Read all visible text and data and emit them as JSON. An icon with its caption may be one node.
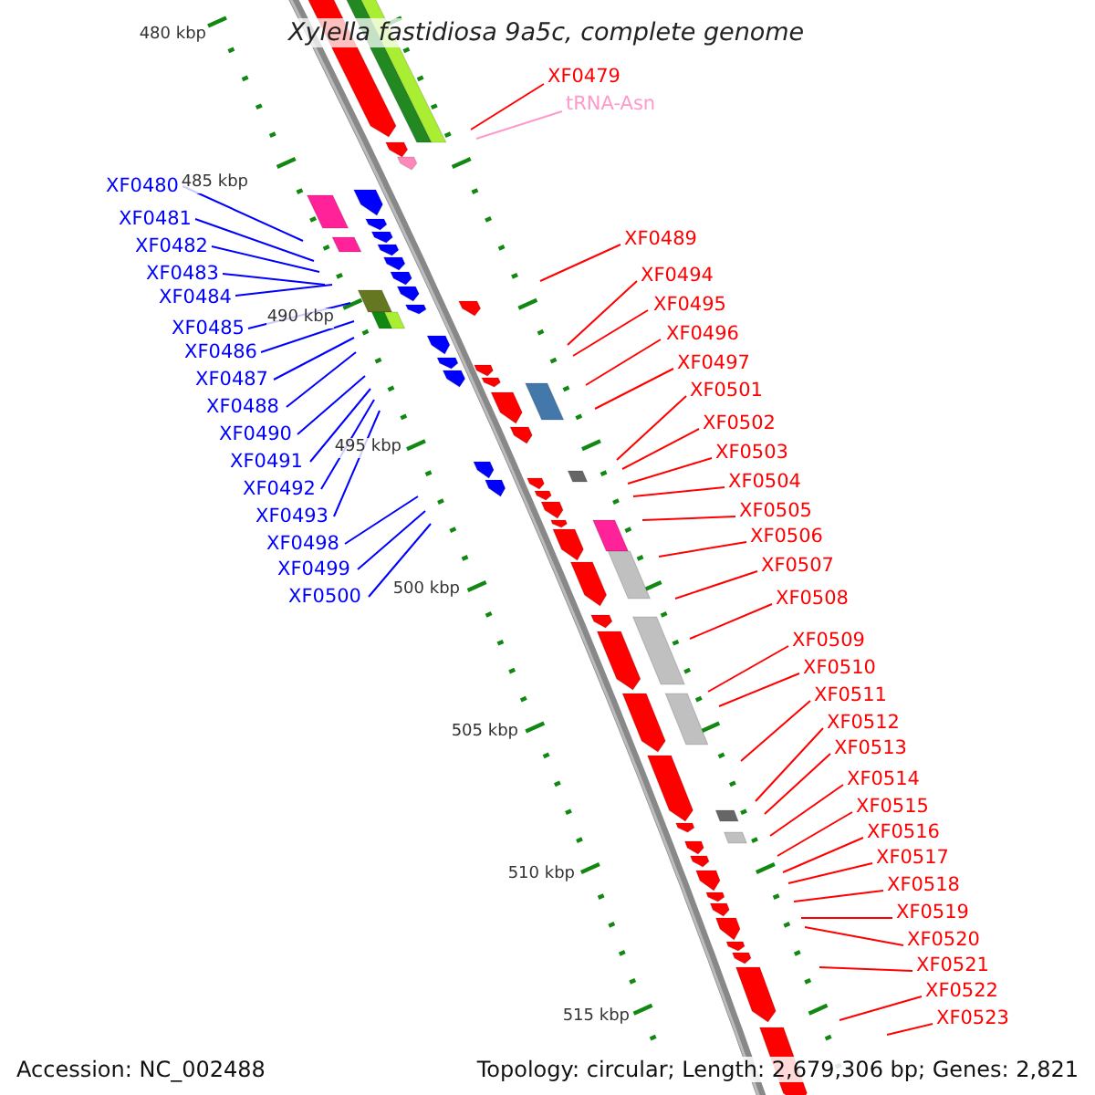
{
  "diagram": {
    "title": "Xylella fastidiosa 9a5c, complete genome",
    "nodes": [
      {
        "text": [
          "XF0479"
        ]
      },
      {
        "text": [
          "tRNA-Asn"
        ]
      },
      {
        "text": [
          "XF0480"
        ]
      },
      {
        "text": [
          "XF0481"
        ]
      },
      {
        "text": [
          "XF0482"
        ]
      },
      {
        "text": [
          "XF0483"
        ]
      },
      {
        "text": [
          "XF0484"
        ]
      },
      {
        "text": [
          "XF0485"
        ]
      },
      {
        "text": [
          "XF0486"
        ]
      },
      {
        "text": [
          "XF0487"
        ]
      },
      {
        "text": [
          "XF0488"
        ]
      },
      {
        "text": [
          "XF0490"
        ]
      },
      {
        "text": [
          "XF0491"
        ]
      },
      {
        "text": [
          "XF0492"
        ]
      },
      {
        "text": [
          "XF0493"
        ]
      },
      {
        "text": [
          "XF0498"
        ]
      },
      {
        "text": [
          "XF0499"
        ]
      },
      {
        "text": [
          "XF0500"
        ]
      },
      {
        "text": [
          "XF0489"
        ]
      },
      {
        "text": [
          "XF0494"
        ]
      },
      {
        "text": [
          "XF0495"
        ]
      },
      {
        "text": [
          "XF0496"
        ]
      },
      {
        "text": [
          "XF0497"
        ]
      },
      {
        "text": [
          "XF0501"
        ]
      },
      {
        "text": [
          "XF0502"
        ]
      },
      {
        "text": [
          "XF0503"
        ]
      },
      {
        "text": [
          "XF0504"
        ]
      },
      {
        "text": [
          "XF0505"
        ]
      },
      {
        "text": [
          "XF0506"
        ]
      },
      {
        "text": [
          "XF0507"
        ]
      },
      {
        "text": [
          "XF0508"
        ]
      },
      {
        "text": [
          "XF0509"
        ]
      },
      {
        "text": [
          "XF0510"
        ]
      },
      {
        "text": [
          "XF0511"
        ]
      },
      {
        "text": [
          "XF0512"
        ]
      },
      {
        "text": [
          "XF0513"
        ]
      },
      {
        "text": [
          "XF0514"
        ]
      },
      {
        "text": [
          "XF0515"
        ]
      },
      {
        "text": [
          "XF0516"
        ]
      },
      {
        "text": [
          "XF0517"
        ]
      },
      {
        "text": [
          "XF0518"
        ]
      },
      {
        "text": [
          "XF0519"
        ]
      },
      {
        "text": [
          "XF0520"
        ]
      },
      {
        "text": [
          "XF0521"
        ]
      },
      {
        "text": [
          "XF0522"
        ]
      },
      {
        "text": [
          "XF0523"
        ]
      }
    ],
    "edges": [
      {
        "from": 0,
        "to": null,
        "arrow": "none"
      },
      {
        "from": 1,
        "to": null,
        "arrow": "none",
        "color": "#ff99cc"
      },
      {
        "from": 2,
        "to": null,
        "arrow": "none",
        "color": "#0000ff"
      },
      {
        "from": 3,
        "to": null,
        "arrow": "none",
        "color": "#0000ff"
      },
      {
        "from": 4,
        "to": null,
        "arrow": "none",
        "color": "#0000ff"
      },
      {
        "from": 5,
        "to": null,
        "arrow": "none",
        "color": "#0000ff"
      },
      {
        "from": 6,
        "to": null,
        "arrow": "none",
        "color": "#0000ff"
      },
      {
        "from": 7,
        "to": null,
        "arrow": "none",
        "color": "#0000ff"
      },
      {
        "from": 8,
        "to": null,
        "arrow": "none",
        "color": "#0000ff"
      },
      {
        "from": 9,
        "to": null,
        "arrow": "none",
        "color": "#0000ff"
      },
      {
        "from": 10,
        "to": null,
        "arrow": "none",
        "color": "#0000ff"
      },
      {
        "from": 11,
        "to": null,
        "arrow": "none",
        "color": "#0000ff"
      },
      {
        "from": 12,
        "to": null,
        "arrow": "none",
        "color": "#0000ff"
      },
      {
        "from": 13,
        "to": null,
        "arrow": "none",
        "color": "#0000ff"
      },
      {
        "from": 14,
        "to": null,
        "arrow": "none",
        "color": "#0000ff"
      },
      {
        "from": 15,
        "to": null,
        "arrow": "none",
        "color": "#0000ff"
      },
      {
        "from": 16,
        "to": null,
        "arrow": "none",
        "color": "#0000ff"
      },
      {
        "from": 17,
        "to": null,
        "arrow": "none",
        "color": "#0000ff"
      },
      {
        "from": 18,
        "to": null,
        "arrow": "none"
      },
      {
        "from": 19,
        "to": null,
        "arrow": "none"
      },
      {
        "from": 20,
        "to": null,
        "arrow": "none"
      },
      {
        "from": 21,
        "to": null,
        "arrow": "none"
      },
      {
        "from": 22,
        "to": null,
        "arrow": "none"
      },
      {
        "from": 23,
        "to": null,
        "arrow": "none"
      },
      {
        "from": 24,
        "to": null,
        "arrow": "none"
      },
      {
        "from": 25,
        "to": null,
        "arrow": "none"
      },
      {
        "from": 26,
        "to": null,
        "arrow": "none"
      },
      {
        "from": 27,
        "to": null,
        "arrow": "none"
      },
      {
        "from": 28,
        "to": null,
        "arrow": "none"
      },
      {
        "from": 29,
        "to": null,
        "arrow": "none"
      },
      {
        "from": 30,
        "to": null,
        "arrow": "none"
      },
      {
        "from": 31,
        "to": null,
        "arrow": "none"
      },
      {
        "from": 32,
        "to": null,
        "arrow": "none"
      },
      {
        "from": 33,
        "to": null,
        "arrow": "none"
      },
      {
        "from": 34,
        "to": null,
        "arrow": "none"
      },
      {
        "from": 35,
        "to": null,
        "arrow": "none"
      },
      {
        "from": 36,
        "to": null,
        "arrow": "none"
      },
      {
        "from": 37,
        "to": null,
        "arrow": "none"
      },
      {
        "from": 38,
        "to": null,
        "arrow": "none"
      },
      {
        "from": 39,
        "to": null,
        "arrow": "none"
      },
      {
        "from": 40,
        "to": null,
        "arrow": "none"
      },
      {
        "from": 41,
        "to": null,
        "arrow": "none"
      },
      {
        "from": 42,
        "to": null,
        "arrow": "none"
      },
      {
        "from": 43,
        "to": null,
        "arrow": "none"
      },
      {
        "from": 44,
        "to": null,
        "arrow": "none"
      },
      {
        "from": 45,
        "to": null,
        "arrow": "none"
      }
    ],
    "labels": [
      "480 kbp",
      "485 kbp",
      "490 kbp",
      "495 kbp",
      "500 kbp",
      "505 kbp",
      "510 kbp",
      "515 kbp",
      "Accession: NC_002488",
      "Topology: circular; Length: 2,679,306 bp; Genes: 2,821"
    ]
  }
}
